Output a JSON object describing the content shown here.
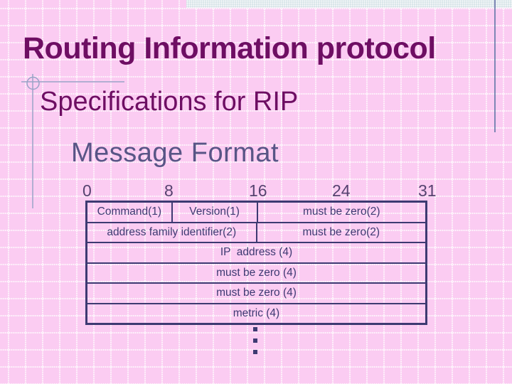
{
  "slide": {
    "title": "Routing Information protocol",
    "subtitle": "Specifications for RIP",
    "heading": "Message Format"
  },
  "diagram": {
    "bit_labels": [
      "0",
      "8",
      "16",
      "24",
      "31"
    ],
    "rows": [
      {
        "cells": [
          {
            "label": "Command(1)",
            "span": 8
          },
          {
            "label": "Version(1)",
            "span": 8
          },
          {
            "label": "must be zero(2)",
            "span": 16
          }
        ]
      },
      {
        "cells": [
          {
            "label": "address family identifier(2)",
            "span": 16
          },
          {
            "label": "must be zero(2)",
            "span": 16
          }
        ]
      },
      {
        "cells": [
          {
            "label": "IP  address (4)",
            "span": 32
          }
        ]
      },
      {
        "cells": [
          {
            "label": "must be zero (4)",
            "span": 32
          }
        ]
      },
      {
        "cells": [
          {
            "label": "must be zero (4)",
            "span": 32
          }
        ]
      },
      {
        "cells": [
          {
            "label": "metric (4)",
            "span": 32
          }
        ]
      }
    ],
    "continuation_dots": 3
  },
  "colors": {
    "background": "#fbccf2",
    "title_text": "#6e0e63",
    "heading_text": "#585586",
    "bit_label_text": "#564270",
    "table_ink": "#3d3a72",
    "ornament_line": "#9aa3c7",
    "accent_line": "#7e87b5",
    "accent_band": "#d7e4e8"
  }
}
